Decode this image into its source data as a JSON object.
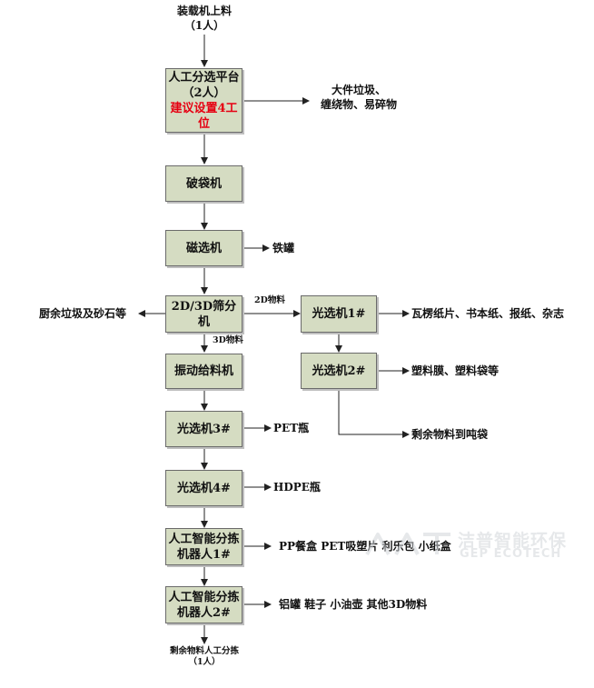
{
  "start": {
    "line1": "装载机上料",
    "line2": "（1人）"
  },
  "boxes": {
    "manual_sort": {
      "line1": "人工分选平台",
      "line2": "（2人）",
      "note": "建议设置4工位"
    },
    "bag_breaker": "破袋机",
    "magnetic": "磁选机",
    "screen": "2D/3D筛分机",
    "feeder": "振动给料机",
    "optical3": "光选机3#",
    "optical4": "光选机4#",
    "robot1": {
      "line1": "人工智能分拣",
      "line2": "机器人1#"
    },
    "robot2": {
      "line1": "人工智能分拣",
      "line2": "机器人2#"
    },
    "optical1": "光选机1#",
    "optical2": "光选机2#"
  },
  "outputs": {
    "manual_sort": {
      "line1": "大件垃圾、",
      "line2": "缠绕物、易碎物"
    },
    "magnetic": "铁罐",
    "screen_left": "厨余垃圾及砂石等",
    "optical1": "瓦楞纸片、书本纸、报纸、杂志",
    "optical2": "塑料膜、塑料袋等",
    "remaining": "剩余物料到吨袋",
    "optical3": "PET瓶",
    "optical4": "HDPE瓶",
    "robot1": "PP餐盒  PET吸塑片  利乐包  小纸盒",
    "robot2": "铝罐  鞋子 小油壶  其他3D物料"
  },
  "edge_labels": {
    "d2": "2D物料",
    "d3": "3D物料"
  },
  "end": {
    "line1": "剩余物料人工分拣",
    "line2": "（1人）"
  },
  "watermark": {
    "cn": "洁普智能环保",
    "en": "GEP ECOTECH"
  },
  "colors": {
    "box_fill": "#d5dcc2",
    "note_red": "#e60012"
  }
}
